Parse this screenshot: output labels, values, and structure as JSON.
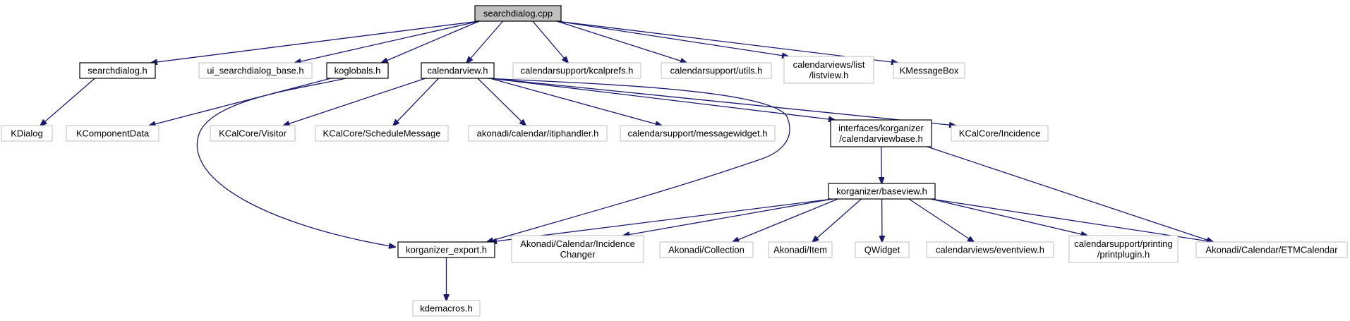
{
  "graph": {
    "colors": {
      "edge": "#191970",
      "root_fill": "#bfbfbf",
      "documented_border": "#000000",
      "external_border": "#bfbfbf"
    },
    "nodes": [
      {
        "id": "searchdialog_cpp",
        "lines": [
          "searchdialog.cpp"
        ],
        "kind": "root"
      },
      {
        "id": "searchdialog_h",
        "lines": [
          "searchdialog.h"
        ],
        "kind": "documented"
      },
      {
        "id": "ui_searchdialog_base_h",
        "lines": [
          "ui_searchdialog_base.h"
        ],
        "kind": "external"
      },
      {
        "id": "koglobals_h",
        "lines": [
          "koglobals.h"
        ],
        "kind": "documented"
      },
      {
        "id": "calendarview_h",
        "lines": [
          "calendarview.h"
        ],
        "kind": "documented"
      },
      {
        "id": "kcalprefs_h",
        "lines": [
          "calendarsupport/kcalprefs.h"
        ],
        "kind": "external"
      },
      {
        "id": "utils_h",
        "lines": [
          "calendarsupport/utils.h"
        ],
        "kind": "external"
      },
      {
        "id": "listview_h",
        "lines": [
          "calendarviews/list",
          "/listview.h"
        ],
        "kind": "external"
      },
      {
        "id": "kmessagebox",
        "lines": [
          "KMessageBox"
        ],
        "kind": "external"
      },
      {
        "id": "kdialog",
        "lines": [
          "KDialog"
        ],
        "kind": "external"
      },
      {
        "id": "kcomponentdata",
        "lines": [
          "KComponentData"
        ],
        "kind": "external"
      },
      {
        "id": "visitor",
        "lines": [
          "KCalCore/Visitor"
        ],
        "kind": "external"
      },
      {
        "id": "schedulemessage",
        "lines": [
          "KCalCore/ScheduleMessage"
        ],
        "kind": "external"
      },
      {
        "id": "itiphandler_h",
        "lines": [
          "akonadi/calendar/itiphandler.h"
        ],
        "kind": "external"
      },
      {
        "id": "messagewidget_h",
        "lines": [
          "calendarsupport/messagewidget.h"
        ],
        "kind": "external"
      },
      {
        "id": "calendarviewbase_h",
        "lines": [
          "interfaces/korganizer",
          "/calendarviewbase.h"
        ],
        "kind": "documented"
      },
      {
        "id": "incidence",
        "lines": [
          "KCalCore/Incidence"
        ],
        "kind": "external"
      },
      {
        "id": "baseview_h",
        "lines": [
          "korganizer/baseview.h"
        ],
        "kind": "documented"
      },
      {
        "id": "korganizer_export_h",
        "lines": [
          "korganizer_export.h"
        ],
        "kind": "documented"
      },
      {
        "id": "incidencechanger",
        "lines": [
          "Akonadi/Calendar/Incidence",
          "Changer"
        ],
        "kind": "external"
      },
      {
        "id": "collection",
        "lines": [
          "Akonadi/Collection"
        ],
        "kind": "external"
      },
      {
        "id": "item",
        "lines": [
          "Akonadi/Item"
        ],
        "kind": "external"
      },
      {
        "id": "qwidget",
        "lines": [
          "QWidget"
        ],
        "kind": "external"
      },
      {
        "id": "eventview_h",
        "lines": [
          "calendarviews/eventview.h"
        ],
        "kind": "external"
      },
      {
        "id": "printplugin_h",
        "lines": [
          "calendarsupport/printing",
          "/printplugin.h"
        ],
        "kind": "external"
      },
      {
        "id": "etmcalendar",
        "lines": [
          "Akonadi/Calendar/ETMCalendar"
        ],
        "kind": "external"
      },
      {
        "id": "kdemacros_h",
        "lines": [
          "kdemacros.h"
        ],
        "kind": "external"
      }
    ],
    "edges": [
      [
        "searchdialog_cpp",
        "searchdialog_h"
      ],
      [
        "searchdialog_cpp",
        "ui_searchdialog_base_h"
      ],
      [
        "searchdialog_cpp",
        "koglobals_h"
      ],
      [
        "searchdialog_cpp",
        "calendarview_h"
      ],
      [
        "searchdialog_cpp",
        "kcalprefs_h"
      ],
      [
        "searchdialog_cpp",
        "utils_h"
      ],
      [
        "searchdialog_cpp",
        "listview_h"
      ],
      [
        "searchdialog_cpp",
        "kmessagebox"
      ],
      [
        "searchdialog_h",
        "kdialog"
      ],
      [
        "koglobals_h",
        "kcomponentdata"
      ],
      [
        "koglobals_h",
        "korganizer_export_h"
      ],
      [
        "calendarview_h",
        "visitor"
      ],
      [
        "calendarview_h",
        "schedulemessage"
      ],
      [
        "calendarview_h",
        "itiphandler_h"
      ],
      [
        "calendarview_h",
        "messagewidget_h"
      ],
      [
        "calendarview_h",
        "calendarviewbase_h"
      ],
      [
        "calendarview_h",
        "incidence"
      ],
      [
        "calendarview_h",
        "korganizer_export_h"
      ],
      [
        "calendarviewbase_h",
        "baseview_h"
      ],
      [
        "calendarviewbase_h",
        "etmcalendar"
      ],
      [
        "baseview_h",
        "korganizer_export_h"
      ],
      [
        "baseview_h",
        "incidencechanger"
      ],
      [
        "baseview_h",
        "collection"
      ],
      [
        "baseview_h",
        "item"
      ],
      [
        "baseview_h",
        "qwidget"
      ],
      [
        "baseview_h",
        "eventview_h"
      ],
      [
        "baseview_h",
        "printplugin_h"
      ],
      [
        "baseview_h",
        "etmcalendar"
      ],
      [
        "korganizer_export_h",
        "kdemacros_h"
      ]
    ]
  }
}
